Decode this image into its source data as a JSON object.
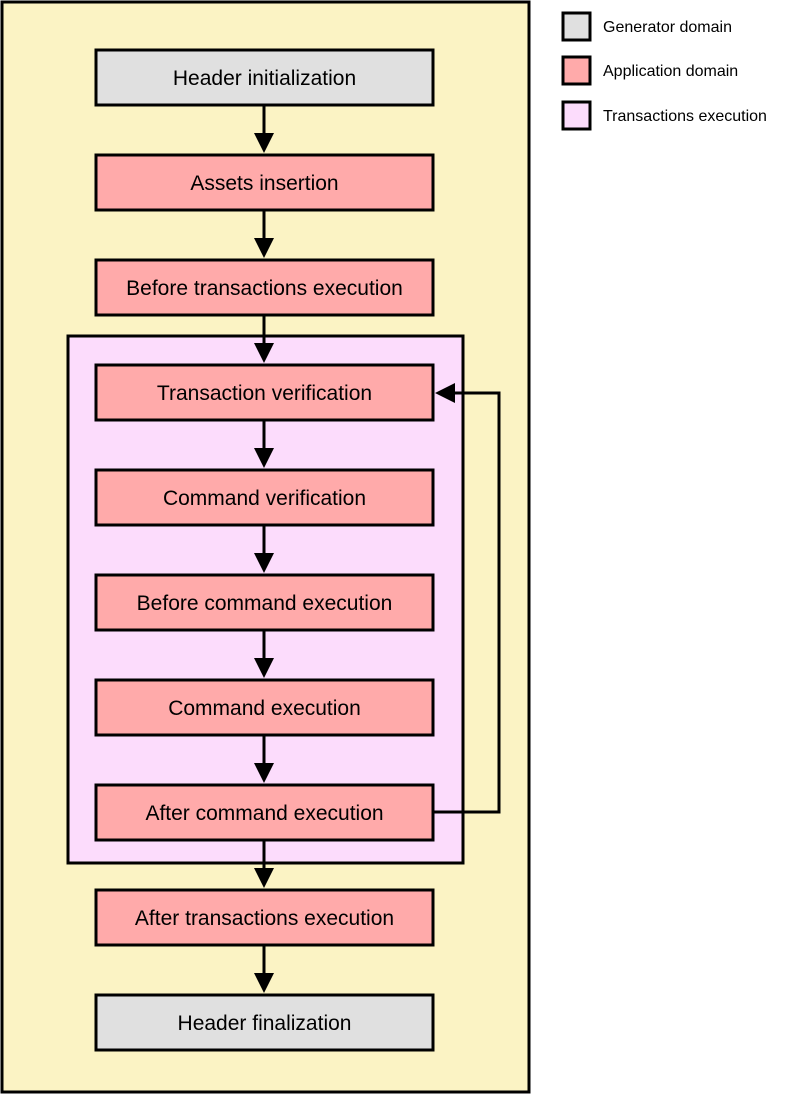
{
  "legend": {
    "items": [
      {
        "id": "generator",
        "label": "Generator domain",
        "color": "#e0e0e0"
      },
      {
        "id": "application",
        "label": "Application domain",
        "color": "#ffaaaa"
      },
      {
        "id": "transactions",
        "label": "Transactions execution",
        "color": "#fcdcfc"
      }
    ]
  },
  "colors": {
    "outer_background": "#fbf3c4",
    "border": "#000000"
  },
  "steps": {
    "header_initialization": {
      "label": "Header initialization",
      "domain": "generator"
    },
    "assets_insertion": {
      "label": "Assets insertion",
      "domain": "application"
    },
    "before_transactions_execution": {
      "label": "Before transactions execution",
      "domain": "application"
    },
    "transaction_verification": {
      "label": "Transaction verification",
      "domain": "application"
    },
    "command_verification": {
      "label": "Command verification",
      "domain": "application"
    },
    "before_command_execution": {
      "label": "Before command execution",
      "domain": "application"
    },
    "command_execution": {
      "label": "Command execution",
      "domain": "application"
    },
    "after_command_execution": {
      "label": "After command execution",
      "domain": "application"
    },
    "after_transactions_execution": {
      "label": "After transactions execution",
      "domain": "application"
    },
    "header_finalization": {
      "label": "Header finalization",
      "domain": "generator"
    }
  }
}
